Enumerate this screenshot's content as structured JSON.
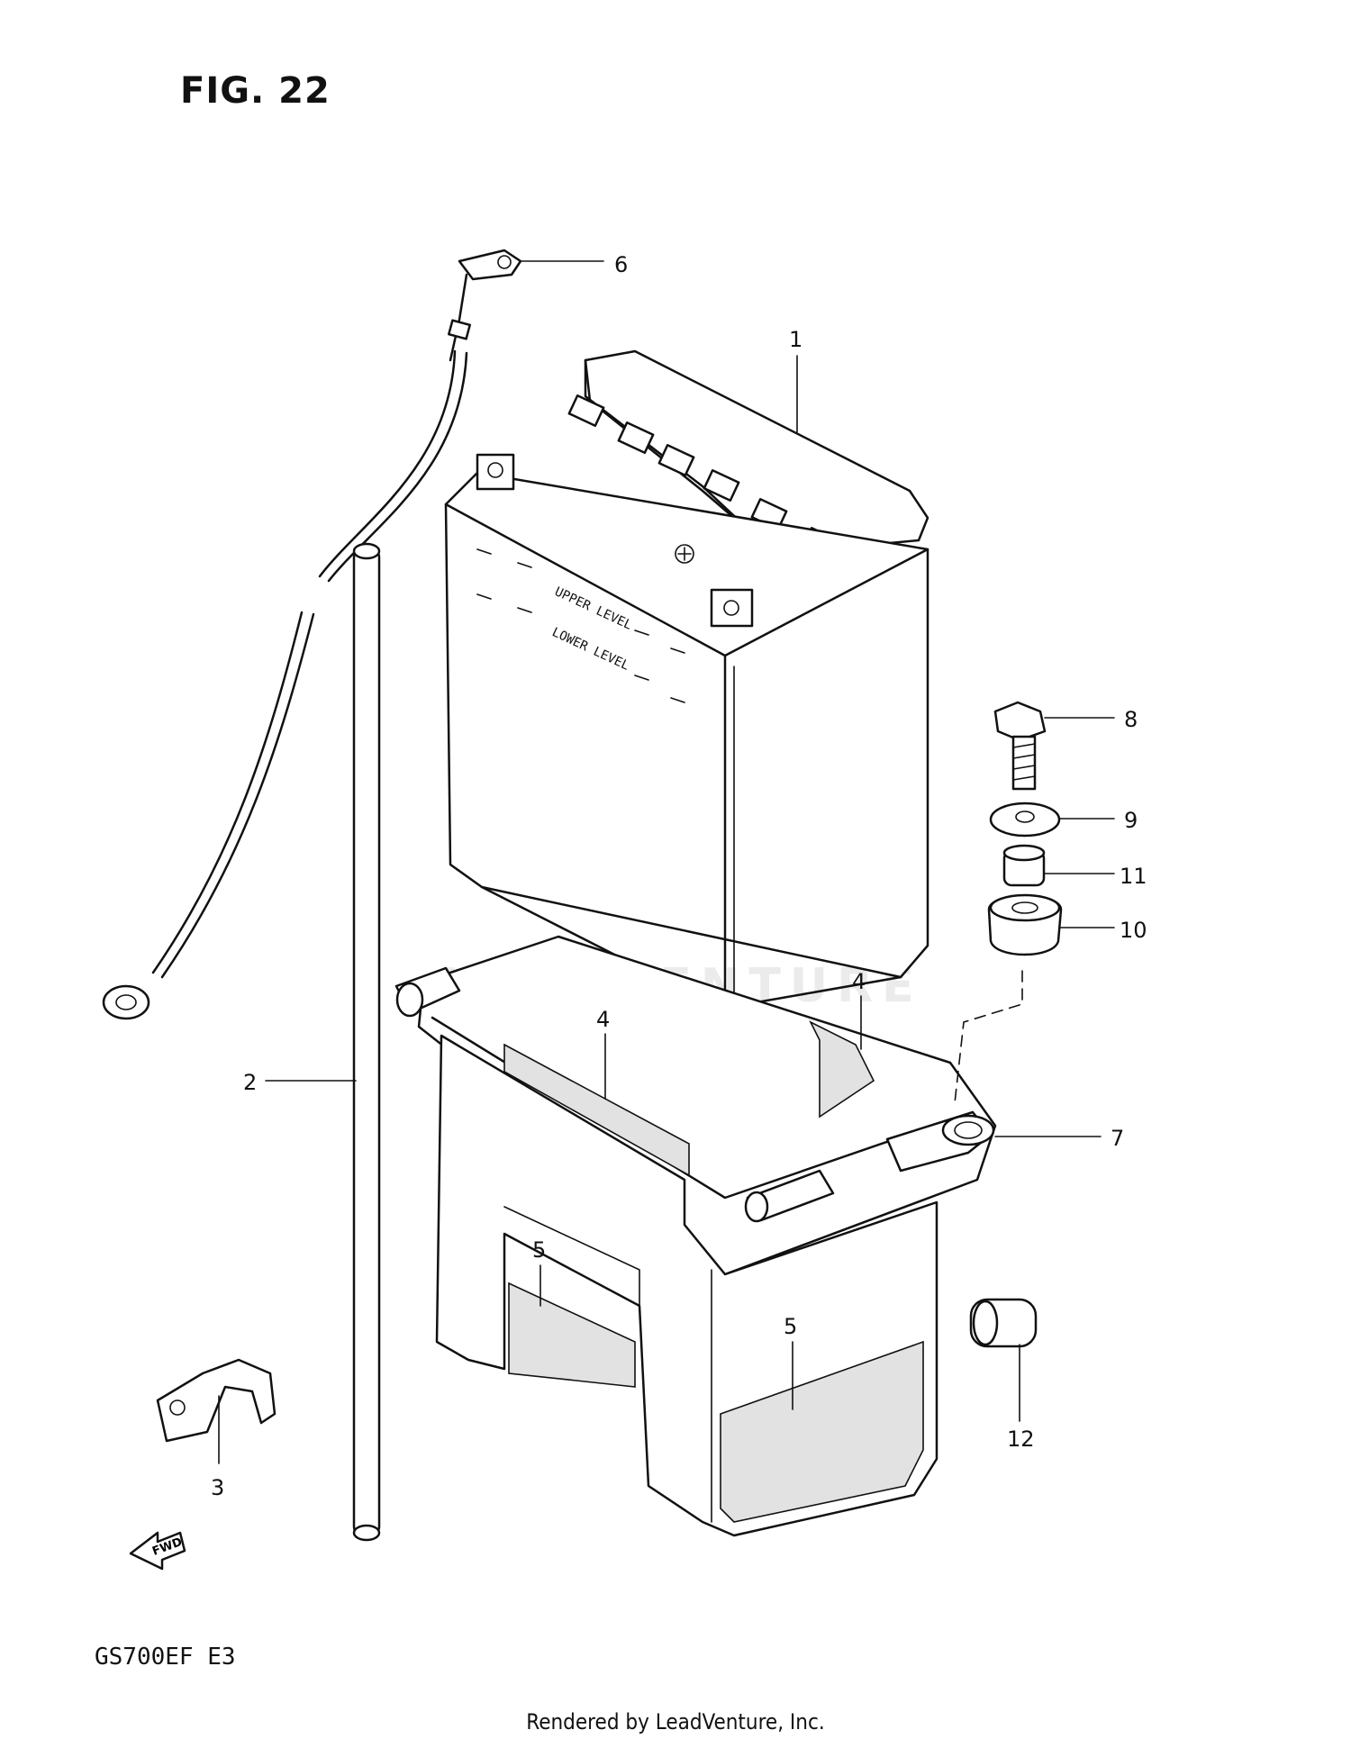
{
  "figure_title": "FIG. 22",
  "model_code": "GS700EF  E3",
  "footer": "Rendered by LeadVenture, Inc.",
  "watermark": "LEADVENTURE",
  "battery_markings": {
    "upper": "UPPER LEVEL",
    "lower": "LOWER LEVEL"
  },
  "fwd_label": "FWD",
  "callouts": [
    "6",
    "1",
    "8",
    "9",
    "11",
    "10",
    "4",
    "4",
    "2",
    "7",
    "5",
    "5",
    "3",
    "12"
  ]
}
